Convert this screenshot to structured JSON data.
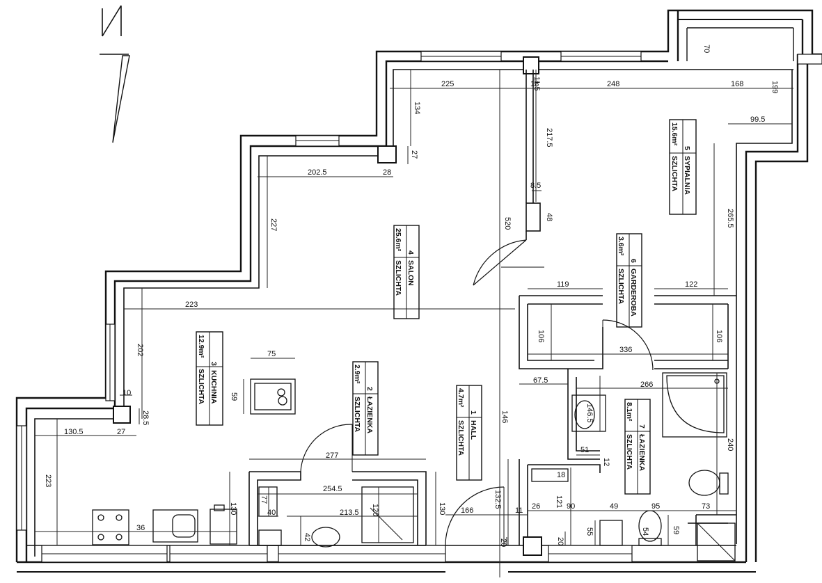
{
  "north_symbol": "north-arrow",
  "rooms": [
    {
      "id": "kuchnia",
      "number": "3",
      "name": "KUCHNIA",
      "area": "12.9m²",
      "finish": "SZLICHTA"
    },
    {
      "id": "lazienka_small",
      "number": "2",
      "name": "ŁAZIENKA",
      "area": "2.9m²",
      "finish": "SZLICHTA"
    },
    {
      "id": "salon",
      "number": "4",
      "name": "SALON",
      "area": "25.6m²",
      "finish": "SZLICHTA"
    },
    {
      "id": "hall",
      "number": "1",
      "name": "HALL",
      "area": "4.7m²",
      "finish": "SZLICHTA"
    },
    {
      "id": "garderoba",
      "number": "6",
      "name": "GARDEROBA",
      "area": "3.6m²",
      "finish": "SZLICHTA"
    },
    {
      "id": "sypialnia",
      "number": "5",
      "name": "SYPIALNIA",
      "area": "15.6m²",
      "finish": "SZLICHTA"
    },
    {
      "id": "lazienka_large",
      "number": "7",
      "name": "ŁAZIENKA",
      "area": "8.1m²",
      "finish": "SZLICHTA"
    }
  ],
  "dimensions": {
    "d225": "225",
    "d18": "18",
    "d248": "248",
    "d168": "168",
    "d11_5": "11.5",
    "d70": "70",
    "d199": "199",
    "d99_5": "99.5",
    "d134": "134",
    "d217_5": "217.5",
    "d27a": "27",
    "d202_5": "202.5",
    "d28": "28",
    "d227": "227",
    "d8_5": "8.5",
    "d48": "48",
    "d520": "520",
    "d265_5": "265.5",
    "d119": "119",
    "d122": "122",
    "d223a": "223",
    "d202": "202",
    "d106a": "106",
    "d106b": "106",
    "d336": "336",
    "d75": "75",
    "d59a": "59",
    "d10": "10",
    "d28_5": "28.5",
    "d67_5": "67.5",
    "d266": "266",
    "d130_5": "130.5",
    "d27b": "27",
    "d146_5": "146.5",
    "d146": "146",
    "d240": "240",
    "d51": "51",
    "d12": "12",
    "d277": "277",
    "d223b": "223",
    "d254_5": "254.5",
    "d18b": "18",
    "d121": "121",
    "d77": "77",
    "d130a": "130",
    "d40": "40",
    "d213_5": "213.5",
    "d120": "120",
    "d130b": "130",
    "d166": "166",
    "d132_5": "132.5",
    "d11": "11",
    "d26": "26",
    "d90": "90",
    "d49": "49",
    "d95": "95",
    "d73": "73",
    "d36": "36",
    "d42": "42",
    "d20a": "20",
    "d20b": "20",
    "d55": "55",
    "d54": "54",
    "d59b": "59"
  }
}
